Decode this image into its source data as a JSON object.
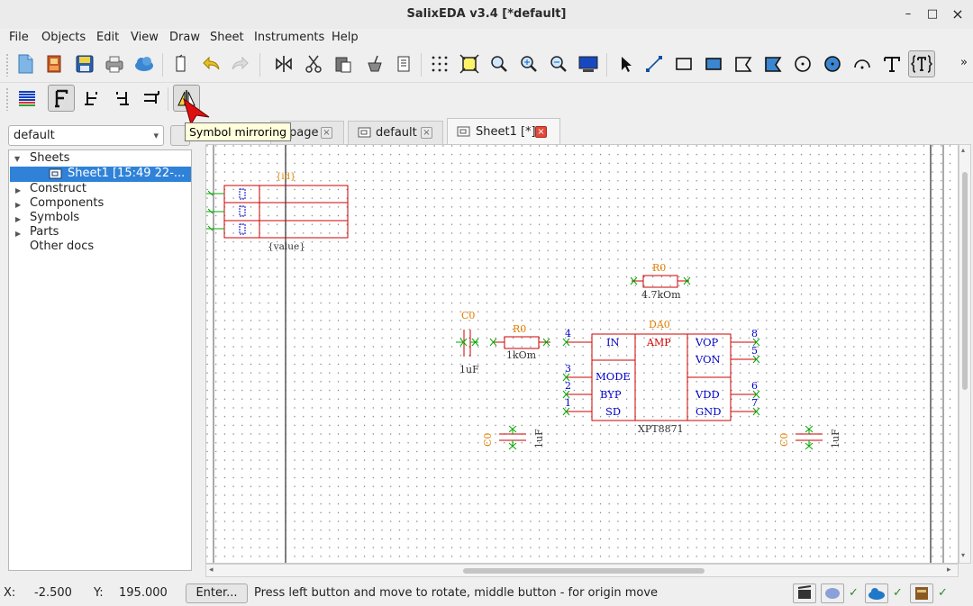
{
  "window": {
    "title": "SalixEDA v3.4 [*default]",
    "min": "–",
    "max": "□",
    "close": "×"
  },
  "menu": [
    "File",
    "Objects",
    "Edit",
    "View",
    "Draw",
    "Sheet",
    "Instruments",
    "Help"
  ],
  "toolbar_more": "»",
  "combo": {
    "value": "default",
    "arrow": "▾"
  },
  "tree": {
    "sheets": "Sheets",
    "sheet1": "Sheet1 [15:49 22-...",
    "construct": "Construct",
    "components": "Components",
    "symbols": "Symbols",
    "parts": "Parts",
    "other": "Other docs"
  },
  "tabs": {
    "page": "page",
    "default": "default",
    "sheet1": "Sheet1 [*]",
    "close": "×"
  },
  "tooltip": "Symbol mirroring",
  "schematic": {
    "block": {
      "id": "{id}",
      "value": "{value}"
    },
    "r_top": {
      "name": "R0",
      "value": "4.7kOm"
    },
    "c_left": {
      "name": "C0",
      "value": "1uF"
    },
    "r_mid": {
      "name": "R0",
      "value": "1kOm"
    },
    "amp": {
      "name": "DA0",
      "part": "XPT8871",
      "center": "AMP",
      "left_pins": [
        "IN",
        "MODE",
        "BYP",
        "SD"
      ],
      "right_pins": [
        "VOP",
        "VON",
        "VDD",
        "GND"
      ],
      "pin_nums": {
        "IN": "4",
        "MODE": "3",
        "BYP": "2",
        "SD": "1",
        "VOP": "8",
        "VON": "5",
        "VDD": "6",
        "GND": "7"
      }
    },
    "c_bottom1": {
      "name": "C0",
      "value": "1uF"
    },
    "c_bottom2": {
      "name": "C0",
      "value": "1uF"
    }
  },
  "status": {
    "x_label": "X:",
    "x_value": "-2.500",
    "y_label": "Y:",
    "y_value": "195.000",
    "enter": "Enter...",
    "message": "Press left button and move to rotate, middle button - for origin move",
    "check": "✓"
  },
  "colors": {
    "wire": "#cc0000",
    "pin": "#00aa00",
    "name": "#e08000",
    "text": "#0000cc",
    "value": "#333333"
  }
}
